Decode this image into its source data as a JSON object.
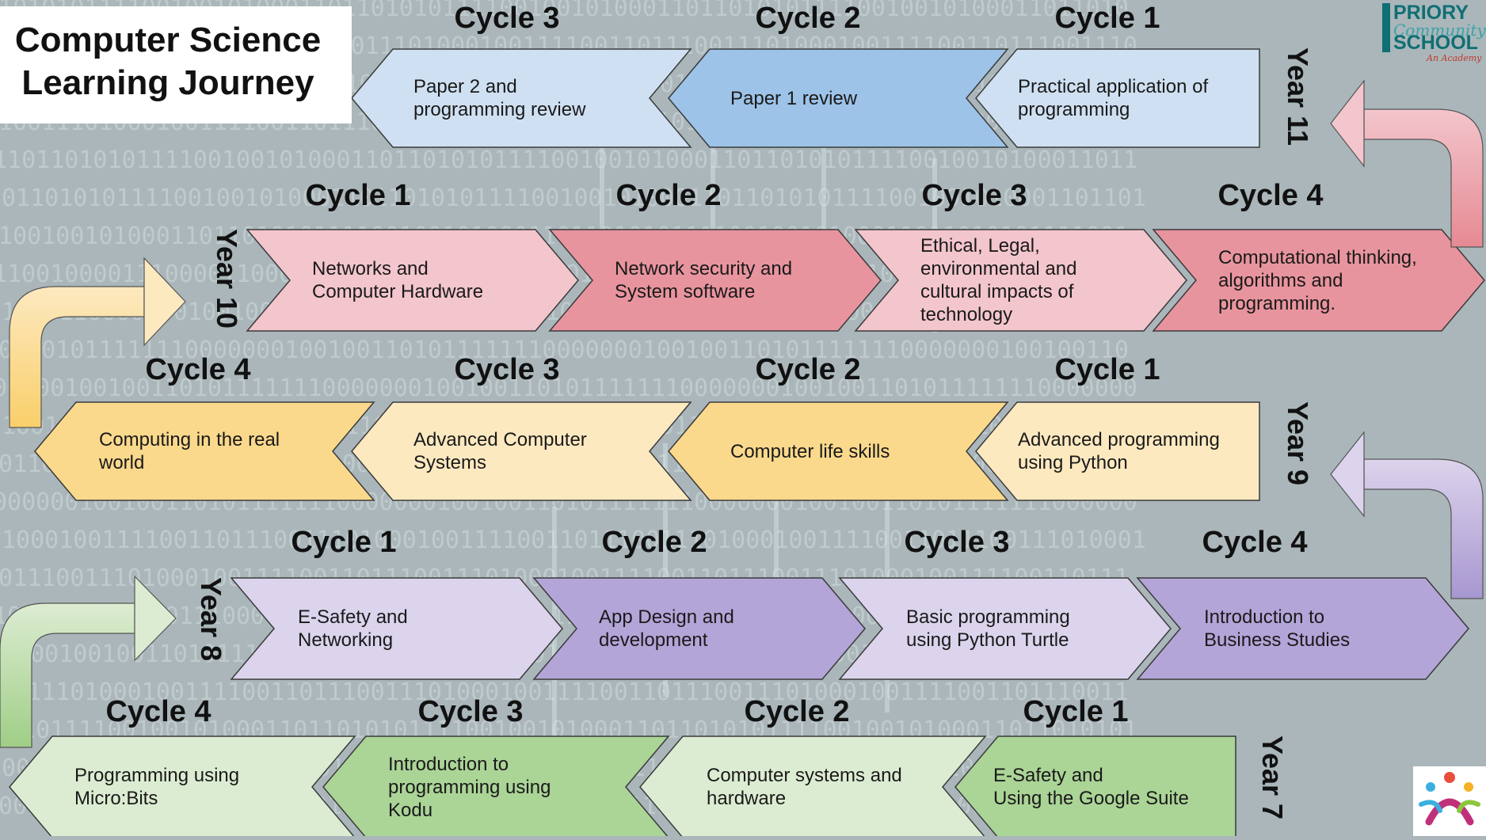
{
  "title": "Computer Science\nLearning Journey",
  "logo": {
    "line1": "PRIORY",
    "line2": "Community",
    "line3": "SCHOOL",
    "tagline": "An Academy"
  },
  "years": [
    {
      "label": "Year 11",
      "cycles": [
        {
          "cycle": "Cycle 1",
          "text": "Practical application of\nprogramming"
        },
        {
          "cycle": "Cycle 2",
          "text": "Paper 1 review"
        },
        {
          "cycle": "Cycle 3",
          "text": "Paper 2 and\nprogramming review"
        }
      ]
    },
    {
      "label": "Year 10",
      "cycles": [
        {
          "cycle": "Cycle 1",
          "text": "Networks and\nComputer Hardware"
        },
        {
          "cycle": "Cycle 2",
          "text": "Network security and\nSystem software"
        },
        {
          "cycle": "Cycle 3",
          "text": "Ethical, Legal,\nenvironmental and\ncultural impacts of\ntechnology"
        },
        {
          "cycle": "Cycle 4",
          "text": "Computational thinking,\nalgorithms and\nprogramming."
        }
      ]
    },
    {
      "label": "Year 9",
      "cycles": [
        {
          "cycle": "Cycle 1",
          "text": "Advanced programming\nusing Python"
        },
        {
          "cycle": "Cycle 2",
          "text": "Computer life skills"
        },
        {
          "cycle": "Cycle 3",
          "text": "Advanced Computer\nSystems"
        },
        {
          "cycle": "Cycle 4",
          "text": "Computing in the real\nworld"
        }
      ]
    },
    {
      "label": "Year 8",
      "cycles": [
        {
          "cycle": "Cycle 1",
          "text": "E-Safety and\nNetworking"
        },
        {
          "cycle": "Cycle 2",
          "text": "App Design and\ndevelopment"
        },
        {
          "cycle": "Cycle 3",
          "text": "Basic programming\nusing Python Turtle"
        },
        {
          "cycle": "Cycle 4",
          "text": "Introduction to\nBusiness Studies"
        }
      ]
    },
    {
      "label": "Year 7",
      "cycles": [
        {
          "cycle": "Cycle 1",
          "text": "E-Safety and\nUsing the Google Suite"
        },
        {
          "cycle": "Cycle 2",
          "text": "Computer systems and\nhardware"
        },
        {
          "cycle": "Cycle 3",
          "text": "Introduction to\nprogramming using\nKodu"
        },
        {
          "cycle": "Cycle 4",
          "text": "Programming using\nMicro:Bits"
        }
      ]
    }
  ],
  "colors": {
    "background": "#aab6ba",
    "year11": [
      "#cfe0f2",
      "#9dc3e8"
    ],
    "year10": [
      "#f3c5cc",
      "#e8949e"
    ],
    "year9": [
      "#fde9c0",
      "#fbd98c"
    ],
    "year8": [
      "#dcd3ec",
      "#b3a5d8"
    ],
    "year7": [
      "#dcecd2",
      "#abd497"
    ]
  }
}
